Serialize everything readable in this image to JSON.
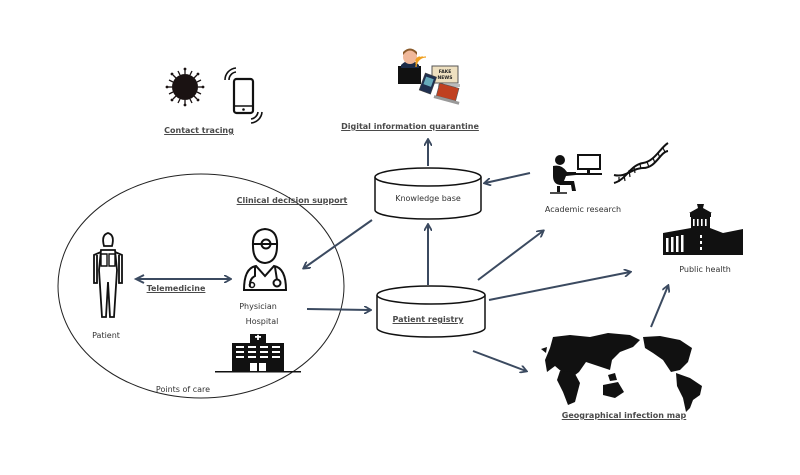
{
  "diagram": {
    "title": "",
    "colors": {
      "arrow": "#3b4a60",
      "outline": "#111111",
      "icon": "#111111",
      "text": "#333333"
    },
    "nodes": {
      "contact_tracing": {
        "label": "Contact tracing",
        "icons": [
          "virus-icon",
          "smartphone-icon"
        ]
      },
      "digital_info": {
        "label": "Digital information quarantine",
        "icons": [
          "fake-news-icon"
        ]
      },
      "knowledge_base": {
        "label": "Knowledge base",
        "shape": "cylinder"
      },
      "academic_research": {
        "label": "Academic research",
        "icons": [
          "researcher-icon",
          "dna-icon"
        ]
      },
      "public_health": {
        "label": "Public health",
        "icons": [
          "government-building-icon"
        ]
      },
      "clinical_decision": {
        "label": "Clinical decision support"
      },
      "patient": {
        "label": "Patient",
        "icons": [
          "patient-icon"
        ]
      },
      "telemedicine": {
        "label": "Telemedicine"
      },
      "physician": {
        "label": "Physician",
        "icons": [
          "physician-icon"
        ]
      },
      "hospital": {
        "label": "Hospital",
        "icons": [
          "hospital-icon"
        ]
      },
      "points_of_care": {
        "label": "Points of care",
        "shape": "ellipse"
      },
      "patient_registry": {
        "label": "Patient registry",
        "shape": "cylinder"
      },
      "geo_map": {
        "label": "Geographical infection map",
        "icons": [
          "world-map-icon"
        ]
      }
    },
    "edges": [
      {
        "from": "Patient",
        "to": "Physician",
        "label": "Telemedicine",
        "bidirectional": true
      },
      {
        "from": "Hospital",
        "to": "Patient registry"
      },
      {
        "from": "Patient registry",
        "to": "Knowledge base"
      },
      {
        "from": "Knowledge base",
        "to": "Digital information quarantine"
      },
      {
        "from": "Knowledge base",
        "to": "Physician",
        "label": "Clinical decision support"
      },
      {
        "from": "Academic research",
        "to": "Knowledge base"
      },
      {
        "from": "Patient registry",
        "to": "Academic research"
      },
      {
        "from": "Patient registry",
        "to": "Public health"
      },
      {
        "from": "Patient registry",
        "to": "Geographical infection map"
      },
      {
        "from": "Geographical infection map",
        "to": "Public health"
      }
    ]
  }
}
